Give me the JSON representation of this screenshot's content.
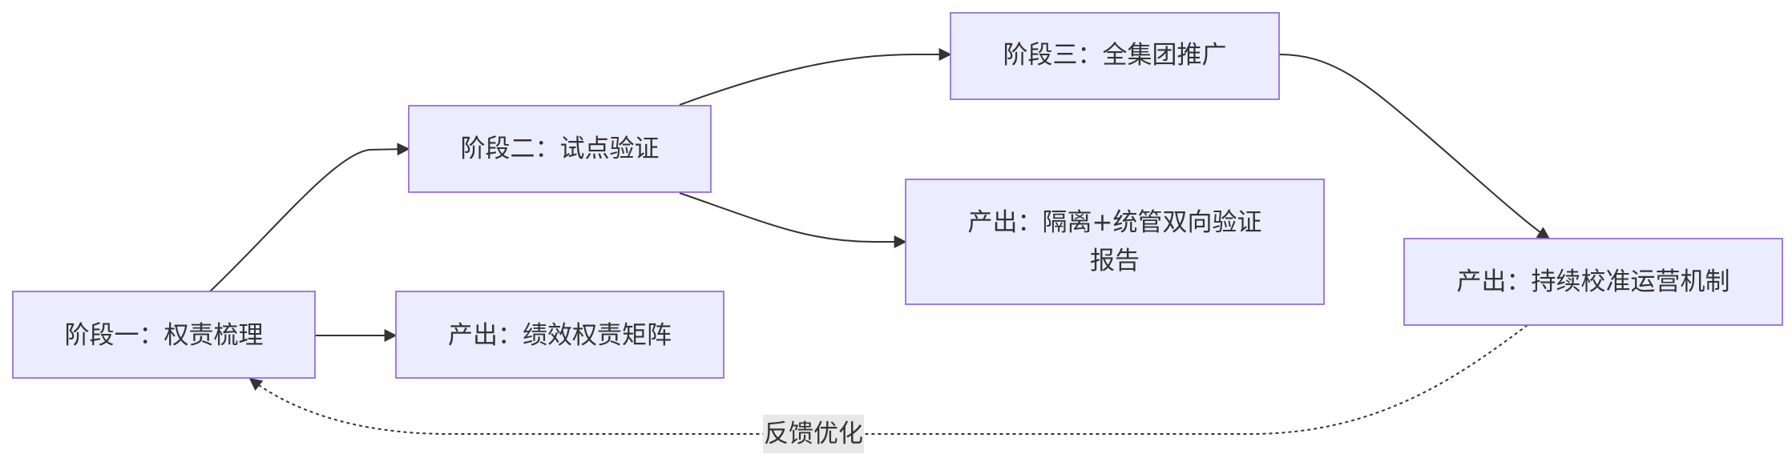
{
  "nodes": {
    "stage1": {
      "label": "阶段一：权责梳理"
    },
    "output1": {
      "label": "产出：绩效权责矩阵"
    },
    "stage2": {
      "label": "阶段二：试点验证"
    },
    "output2": {
      "line1": "产出：隔离+统管双向验证",
      "line2": "报告"
    },
    "stage3": {
      "label": "阶段三：全集团推广"
    },
    "output3": {
      "label": "产出：持续校准运营机制"
    }
  },
  "edges": {
    "feedback": {
      "label": "反馈优化"
    }
  },
  "colors": {
    "node_fill": "#ECECFF",
    "node_stroke": "#9370DB",
    "edge": "#333333",
    "text": "#333333",
    "label_bg": "#E8E8E8"
  }
}
